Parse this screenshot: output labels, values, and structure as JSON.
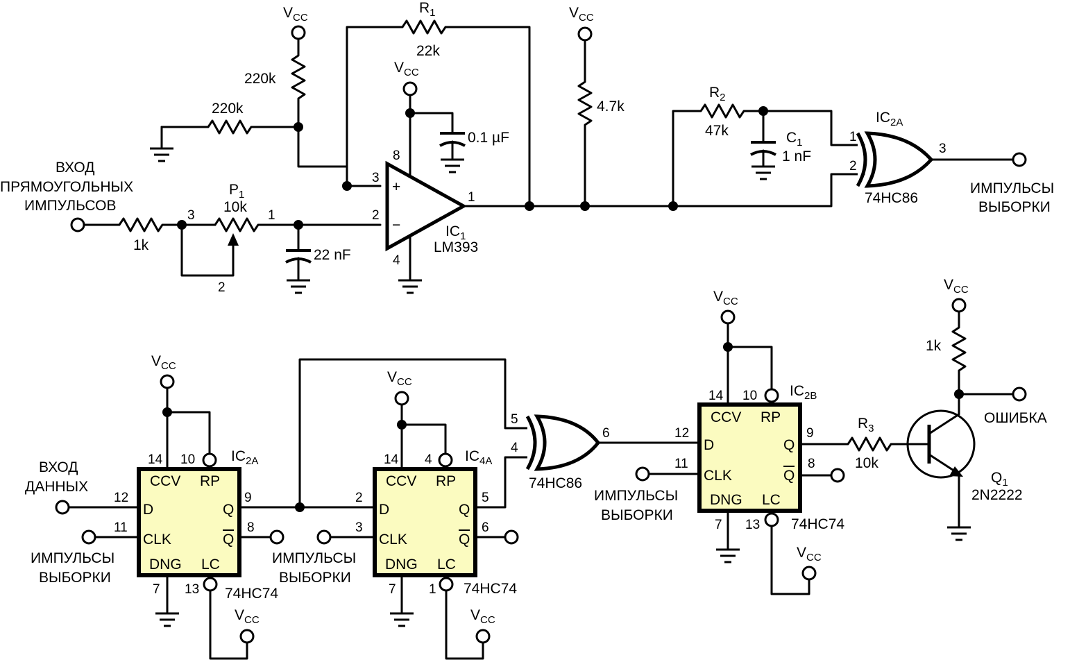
{
  "vcc": "V",
  "vcc_sub": "CC",
  "top": {
    "r1_ref": "R",
    "r1_sub": "1",
    "r1_val": "22k",
    "r_vcc_220k": "220k",
    "r_gnd_220k": "220k",
    "input_label_line1": "ВХОД",
    "input_label_line2": "ПРЯМОУГОЛЬНЫХ",
    "input_label_line3": "ИМПУЛЬСОВ",
    "r_in": "1k",
    "p1_ref": "P",
    "p1_sub": "1",
    "p1_val": "10k",
    "p1_pin1": "1",
    "p1_pin2": "2",
    "p1_pin3": "3",
    "c_in": "22 nF",
    "c_dec": "0.1 µF",
    "ic1_ref": "IC",
    "ic1_sub": "1",
    "ic1_part": "LM393",
    "ic1_pin8": "8",
    "ic1_pin3": "3",
    "ic1_pin2": "2",
    "ic1_pin4": "4",
    "ic1_pin1": "1",
    "plus": "+",
    "minus": "−",
    "r_pullup": "4.7k",
    "r2_ref": "R",
    "r2_sub": "2",
    "r2_val": "47k",
    "c1_ref": "C",
    "c1_sub": "1",
    "c1_val": "1 nF",
    "ic2a_ref": "IC",
    "ic2a_sub": "2A",
    "ic2a_part": "74HC86",
    "ic2a_pin1": "1",
    "ic2a_pin2": "2",
    "ic2a_pin3": "3",
    "out_label_line1": "ИМПУЛЬСЫ",
    "out_label_line2": "ВЫБОРКИ"
  },
  "ff_pins": {
    "ccv": "CCV",
    "rp": "RP",
    "d": "D",
    "clk": "CLK",
    "q": "Q",
    "qbar": "Q",
    "dng": "DNG",
    "lc": "LC"
  },
  "bottom": {
    "data_in_line1": "ВХОД",
    "data_in_line2": "ДАННЫХ",
    "sample_line1": "ИМПУЛЬСЫ",
    "sample_line2": "ВЫБОРКИ",
    "ff1": {
      "ref": "IC",
      "sub": "2A",
      "part": "74HC74",
      "p14": "14",
      "p10": "10",
      "p12": "12",
      "p11": "11",
      "p9": "9",
      "p8": "8",
      "p7": "7",
      "p13": "13"
    },
    "ff2": {
      "ref": "IC",
      "sub": "4A",
      "part": "74HC74",
      "p14": "14",
      "p4": "4",
      "p2": "2",
      "p3": "3",
      "p5": "5",
      "p6": "6",
      "p7": "7",
      "p1": "1"
    },
    "xor": {
      "part": "74HC86",
      "p5": "5",
      "p4": "4",
      "p6": "6"
    },
    "ff3": {
      "ref": "IC",
      "sub": "2B",
      "part": "74HC74",
      "p14": "14",
      "p10": "10",
      "p12": "12",
      "p11": "11",
      "p9": "9",
      "p8": "8",
      "p7": "7",
      "p13": "13"
    },
    "r3_ref": "R",
    "r3_sub": "3",
    "r3_val": "10k",
    "r_coll": "1k",
    "q1_ref": "Q",
    "q1_sub": "1",
    "q1_part": "2N2222",
    "error_label": "ОШИБКА"
  }
}
